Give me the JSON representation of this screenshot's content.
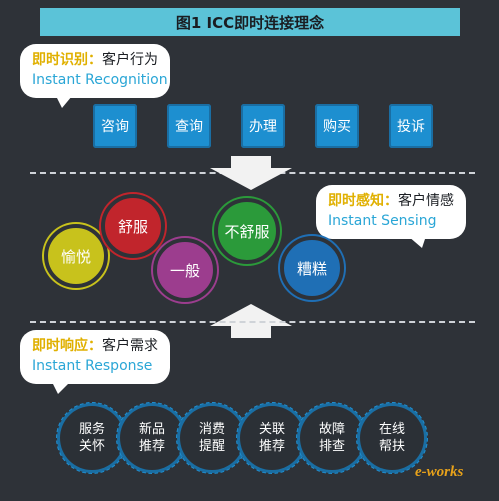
{
  "title": "图1  ICC即时连接理念",
  "recognition": {
    "label_highlight": "即时识别：",
    "label_rest": "客户行为",
    "english": "Instant Recognition",
    "actions": [
      "咨询",
      "查询",
      "办理",
      "购买",
      "投诉"
    ]
  },
  "sensing": {
    "label_highlight": "即时感知：",
    "label_rest": "客户情感",
    "english": "Instant Sensing",
    "emotions": [
      {
        "label": "愉悦",
        "color": "#c8c21c"
      },
      {
        "label": "舒服",
        "color": "#c1252c"
      },
      {
        "label": "一般",
        "color": "#9c3d8e"
      },
      {
        "label": "不舒服",
        "color": "#2b9a3a"
      },
      {
        "label": "糟糕",
        "color": "#1f6fb5"
      }
    ]
  },
  "response": {
    "label_highlight": "即时响应：",
    "label_rest": "客户需求",
    "english": "Instant Response",
    "needs": [
      {
        "line1": "服务",
        "line2": "关怀"
      },
      {
        "line1": "新品",
        "line2": "推荐"
      },
      {
        "line1": "消费",
        "line2": "提醒"
      },
      {
        "line1": "关联",
        "line2": "推荐"
      },
      {
        "line1": "故障",
        "line2": "排查"
      },
      {
        "line1": "在线",
        "line2": "帮扶"
      }
    ]
  },
  "watermark": "e-works"
}
